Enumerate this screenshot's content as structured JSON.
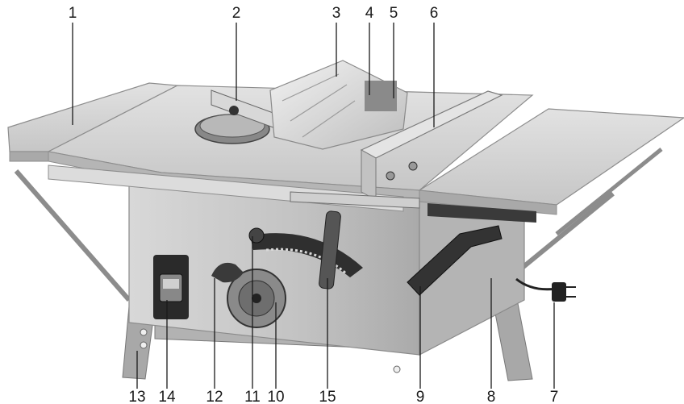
{
  "callouts": {
    "top": [
      {
        "id": "1",
        "label": "1"
      },
      {
        "id": "2",
        "label": "2"
      },
      {
        "id": "3",
        "label": "3"
      },
      {
        "id": "4",
        "label": "4"
      },
      {
        "id": "5",
        "label": "5"
      },
      {
        "id": "6",
        "label": "6"
      }
    ],
    "bottom": [
      {
        "id": "13",
        "label": "13"
      },
      {
        "id": "14",
        "label": "14"
      },
      {
        "id": "12",
        "label": "12"
      },
      {
        "id": "11",
        "label": "11"
      },
      {
        "id": "10",
        "label": "10"
      },
      {
        "id": "15",
        "label": "15"
      },
      {
        "id": "9",
        "label": "9"
      },
      {
        "id": "8",
        "label": "8"
      },
      {
        "id": "7",
        "label": "7"
      }
    ]
  },
  "colors": {
    "table": "#d4d4d4",
    "table_dark": "#a9a9a9",
    "body": "#c4c4c4",
    "dark": "#2b2b2b",
    "leg": "#9a9a9a"
  }
}
